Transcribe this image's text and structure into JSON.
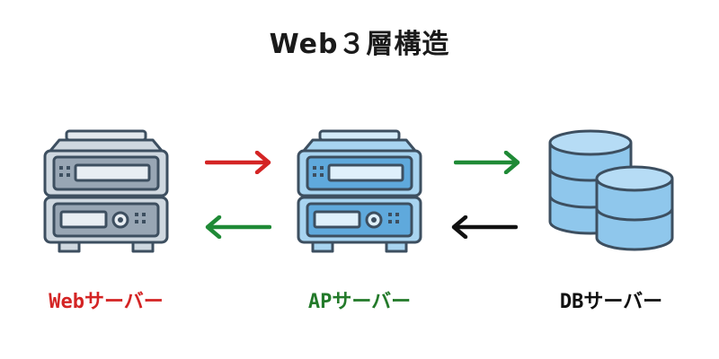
{
  "title": "Web３層構造",
  "nodes": [
    {
      "id": "web",
      "label": "Webサーバー",
      "label_color": "#d42424",
      "icon": "server-icon"
    },
    {
      "id": "ap",
      "label": "APサーバー",
      "label_color": "#237a2a",
      "icon": "server-icon"
    },
    {
      "id": "db",
      "label": "DBサーバー",
      "label_color": "#111111",
      "icon": "database-icon"
    }
  ],
  "arrows": [
    {
      "from": "web",
      "to": "ap",
      "color": "#d42424"
    },
    {
      "from": "ap",
      "to": "web",
      "color": "#1f8a36"
    },
    {
      "from": "ap",
      "to": "db",
      "color": "#1f8a36"
    },
    {
      "from": "db",
      "to": "ap",
      "color": "#111111"
    }
  ],
  "colors": {
    "grey_body": "#cfd8e0",
    "grey_panel": "#98a6b4",
    "blue_body": "#a8d4f0",
    "blue_panel": "#5fa9dc",
    "outline": "#3d4f60"
  }
}
